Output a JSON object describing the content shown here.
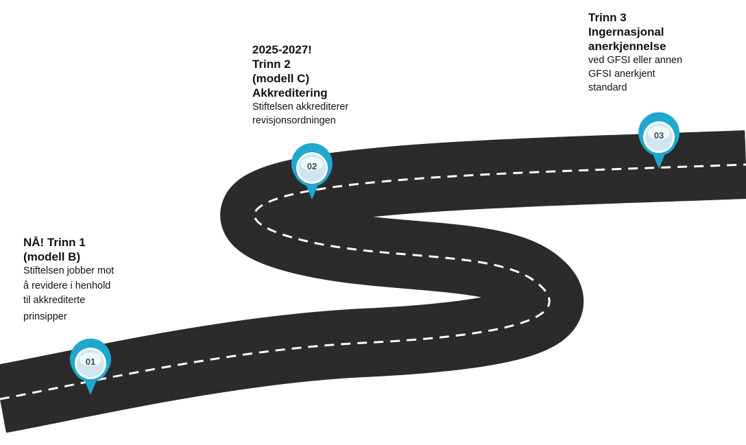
{
  "steps": [
    {
      "number": "01",
      "title_lines": [
        "NÅ! Trinn 1",
        "(modell B)"
      ],
      "desc_lines": [
        "Stiftelsen jobber mot",
        "å revidere i henhold",
        "til akkrediterte",
        "prinsipper"
      ]
    },
    {
      "number": "02",
      "title_lines": [
        "2025-2027!",
        "Trinn 2",
        "(modell C)",
        "Akkreditering"
      ],
      "desc_lines": [
        "Stiftelsen akkrediterer",
        "revisjonsordningen"
      ]
    },
    {
      "number": "03",
      "title_lines": [
        "Trinn 3",
        "Ingernasjonal",
        "anerkjennelse"
      ],
      "desc_lines": [
        "ved GFSI eller annen",
        "GFSI anerkjent",
        "standard"
      ]
    }
  ],
  "colors": {
    "road": "#2b2b2b",
    "road_edge": "#444444",
    "lane_marking": "#ffffff",
    "marker_ring": "#1fa7d0",
    "marker_face": "#d9ecf4",
    "marker_text": "#3a4b57"
  },
  "icons": {
    "marker": "map-pin-icon"
  }
}
